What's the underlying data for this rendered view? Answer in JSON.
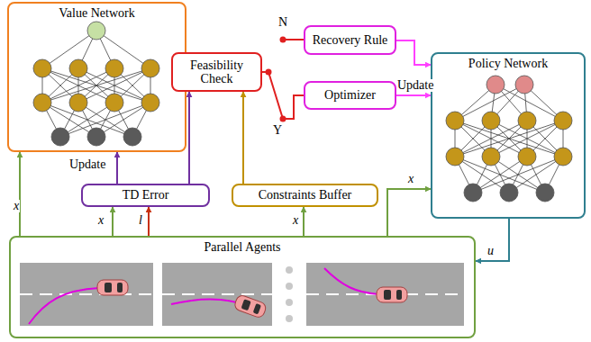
{
  "diagram": {
    "nodes": [
      {
        "text": [
          "Value Network"
        ]
      },
      {
        "text": [
          "Policy Network"
        ]
      },
      {
        "text": [
          "Recovery Rule"
        ]
      },
      {
        "text": [
          "Optimizer"
        ]
      },
      {
        "text": [
          "Feasibility Check"
        ]
      },
      {
        "text": [
          "TD Error"
        ]
      },
      {
        "text": [
          "Constraints Buffer"
        ]
      },
      {
        "text": [
          "Parallel Agents"
        ]
      }
    ],
    "edges": [
      {
        "from": 7,
        "to": 0,
        "arrow": "to",
        "label": "x"
      },
      {
        "from": 7,
        "to": 5,
        "arrow": "to",
        "label": "x"
      },
      {
        "from": 7,
        "to": 5,
        "arrow": "to",
        "label": "l"
      },
      {
        "from": 5,
        "to": 0,
        "arrow": "to",
        "label": "Update"
      },
      {
        "from": 5,
        "to": 4,
        "arrow": "to"
      },
      {
        "from": 7,
        "to": 6,
        "arrow": "to",
        "label": "x"
      },
      {
        "from": 6,
        "to": 4,
        "arrow": "to"
      },
      {
        "from": 4,
        "to": 3,
        "arrow": "none"
      },
      {
        "from": 2,
        "to": 1,
        "arrow": "to"
      },
      {
        "from": 3,
        "to": 1,
        "arrow": "to",
        "label": "Update"
      },
      {
        "from": 7,
        "to": 1,
        "arrow": "to",
        "label": "x"
      },
      {
        "from": 1,
        "to": 7,
        "arrow": "to",
        "label": "u"
      }
    ],
    "labels": [
      "N",
      "Y"
    ]
  }
}
